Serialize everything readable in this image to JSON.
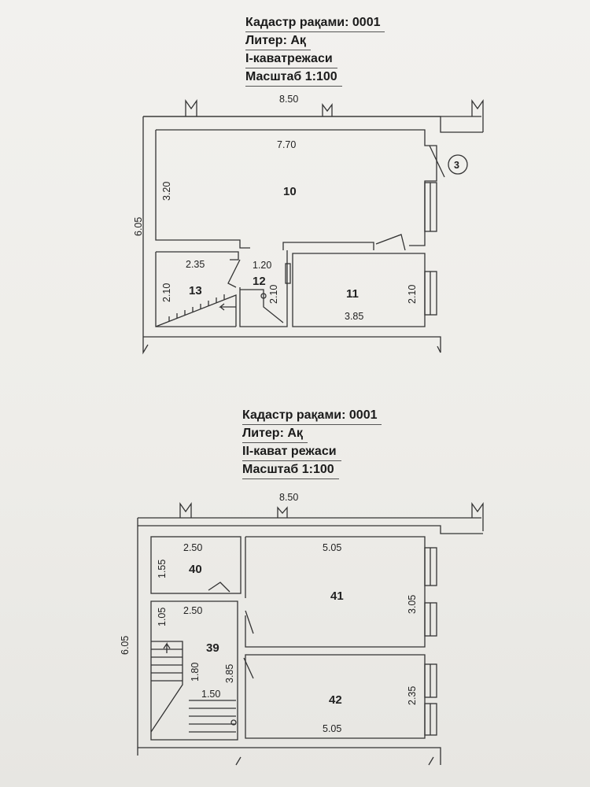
{
  "floor1": {
    "title": {
      "cadastre": "Кадастр рақами: 0001",
      "liter": "Литер: Ақ",
      "plan": "I-каватрежаси",
      "scale": "Масштаб 1:100"
    },
    "dims": {
      "total_width": "8.50",
      "total_height": "6.05",
      "room10_width": "7.70",
      "room10_height": "3.20",
      "room13_width": "2.35",
      "room13_height": "2.10",
      "room12_width": "1.20",
      "room12_height": "2.10",
      "room11_width": "3.85",
      "room11_height": "2.10"
    },
    "rooms": {
      "r10": "10",
      "r11": "11",
      "r12": "12",
      "r13": "13"
    },
    "entrance": "3"
  },
  "floor2": {
    "title": {
      "cadastre": "Кадастр рақами: 0001",
      "liter": "Литер: Ақ",
      "plan": "II-кават режаси",
      "scale": "Масштаб 1:100"
    },
    "dims": {
      "total_width": "8.50",
      "total_height": "6.05",
      "room40_width": "2.50",
      "room40_height": "1.55",
      "room41_width": "5.05",
      "room41_height": "3.05",
      "room39_width": "2.50",
      "room39_height": "1.05",
      "room39_length": "3.85",
      "stair_height": "1.80",
      "stair_width": "1.50",
      "room42_width": "5.05",
      "room42_height": "2.35"
    },
    "rooms": {
      "r39": "39",
      "r40": "40",
      "r41": "41",
      "r42": "42"
    }
  }
}
